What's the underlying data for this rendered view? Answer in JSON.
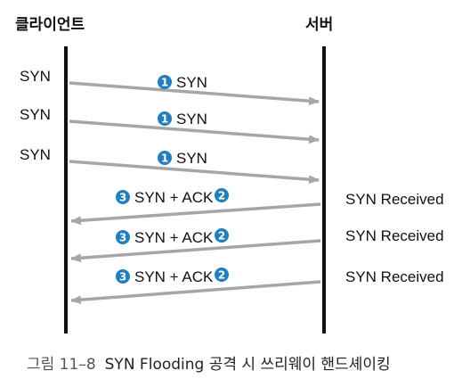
{
  "actors": {
    "client": "클라이언트",
    "server": "서버"
  },
  "messages": [
    {
      "direction": "client-to-server",
      "label": "SYN",
      "step_before": "1",
      "step_after": "",
      "client_side_label": "SYN",
      "server_side_label": ""
    },
    {
      "direction": "client-to-server",
      "label": "SYN",
      "step_before": "1",
      "step_after": "",
      "client_side_label": "SYN",
      "server_side_label": ""
    },
    {
      "direction": "client-to-server",
      "label": "SYN",
      "step_before": "1",
      "step_after": "",
      "client_side_label": "SYN",
      "server_side_label": ""
    },
    {
      "direction": "server-to-client",
      "label": "SYN + ACK",
      "step_before": "3",
      "step_after": "2",
      "client_side_label": "",
      "server_side_label": "SYN Received"
    },
    {
      "direction": "server-to-client",
      "label": "SYN + ACK",
      "step_before": "3",
      "step_after": "2",
      "client_side_label": "",
      "server_side_label": "SYN Received"
    },
    {
      "direction": "server-to-client",
      "label": "SYN + ACK",
      "step_before": "3",
      "step_after": "2",
      "client_side_label": "",
      "server_side_label": "SYN Received"
    }
  ],
  "caption": {
    "figure_number": "그림 11–8",
    "title": "SYN Flooding 공격 시 쓰리웨이 핸드셰이킹"
  },
  "colors": {
    "lifeline": "#111111",
    "arrow": "#a6a6a6",
    "step_circle": "#1f7fc0",
    "text": "#111111"
  }
}
